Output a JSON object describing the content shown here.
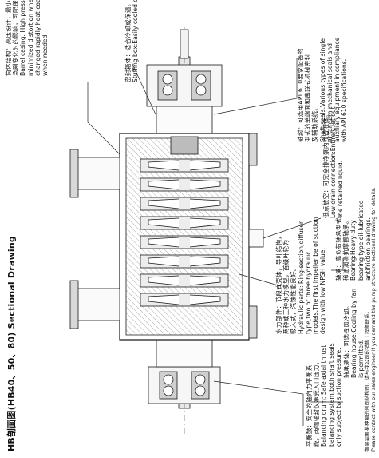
{
  "title": "HB剖面图(HB40、50、80) Sectional Drawing",
  "notes": {
    "balancing_drum": {
      "zh": [
        "平衡鼓：安全的轴向力平衡系",
        "统，两端轴封仅承受入口压力。"
      ],
      "en": [
        "Balancing drum: Safe axial thrust",
        "balancing system,both shaft seals",
        "only subject to suction pressure."
      ]
    },
    "bearing_house": {
      "zh": [
        "轴承箱体：可选择风冷却。"
      ],
      "en": [
        "Bearing house:Cooling by fan",
        "is permitted."
      ]
    },
    "bearings": {
      "zh": [
        "轴承：高负荷轴承型式，",
        "稀油润滑抗摩擦轴承。"
      ],
      "en": [
        "Bearing:Heavy-duty",
        "bearing type,oil-lubricated",
        "antifriction bearings."
      ]
    },
    "hydraulic_parts": {
      "zh": [
        "水力部件：节段式壳体，导叶结构，",
        "两种或三种水力模型，首级叶轮为",
        "吸入式，汽蚀性能良好。"
      ],
      "en": [
        "Hydraulic parts: Ring-section,diffuser",
        "type,two or three hydraulic",
        "models.The first impeller be of suction",
        "design with low NPSH value."
      ]
    },
    "low_drain": {
      "zh": [
        "低点放空：可完全排净泵内残留液体。"
      ],
      "en": [
        "Low drain connection:Entirely let out",
        "the retained liquid."
      ]
    },
    "barrel_casing": {
      "zh": [
        "筒体结构：高压设计，最小化温度",
        "急剧变化时的影响，可配保温套。"
      ],
      "en": [
        "Barrel casing: High pressure design,",
        "minimized distortion when temperature",
        "changed rapidly,heat coating installed",
        "when needed."
      ]
    },
    "stuffing_box": {
      "zh": [
        "密封箱体：适合冷却或保温。"
      ],
      "en": [
        "Stuffing box:Easily cooled or heated."
      ]
    },
    "shaft_seals": {
      "zh": [
        "轴封：可选用API 610要求配备的",
        "型式的单端面和串联式机械密封",
        "及辅助系统。"
      ],
      "en": [
        "Shaft seals:Various types of single",
        "or tandem mechanical seals and",
        "auxiliary equipment in compliance",
        "with API 610 specifications."
      ]
    }
  },
  "footer": {
    "zh": "如果需要某种泵的剖面结构图，请与我公司的销售工程师联系。",
    "en": "Please contact with our sales engineer if you demand the pump structure sectional drawing for details."
  },
  "drawing": {
    "line_color": "#1a1a1a",
    "hatch_color": "#555555"
  }
}
